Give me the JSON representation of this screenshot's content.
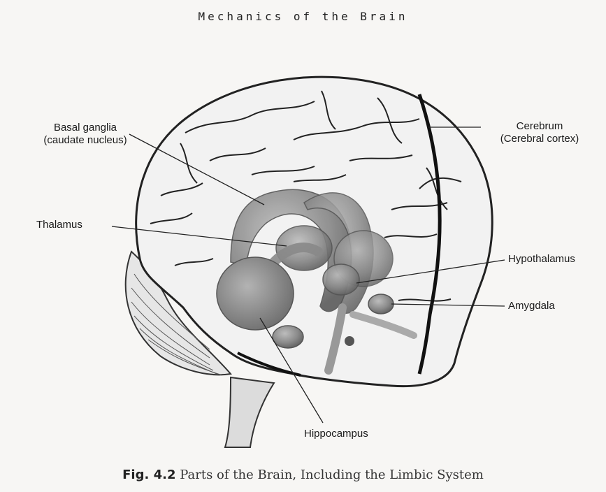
{
  "running_head": "Mechanics of the Brain",
  "labels": {
    "basal_ganglia_line1": "Basal ganglia",
    "basal_ganglia_line2": "(caudate nucleus)",
    "cerebrum_line1": "Cerebrum",
    "cerebrum_line2": "(Cerebral cortex)",
    "thalamus": "Thalamus",
    "hypothalamus": "Hypothalamus",
    "amygdala": "Amygdala",
    "hippocampus": "Hippocampus"
  },
  "caption": {
    "number": "Fig. 4.2",
    "text": "Parts of the Brain, Including the Limbic System"
  }
}
